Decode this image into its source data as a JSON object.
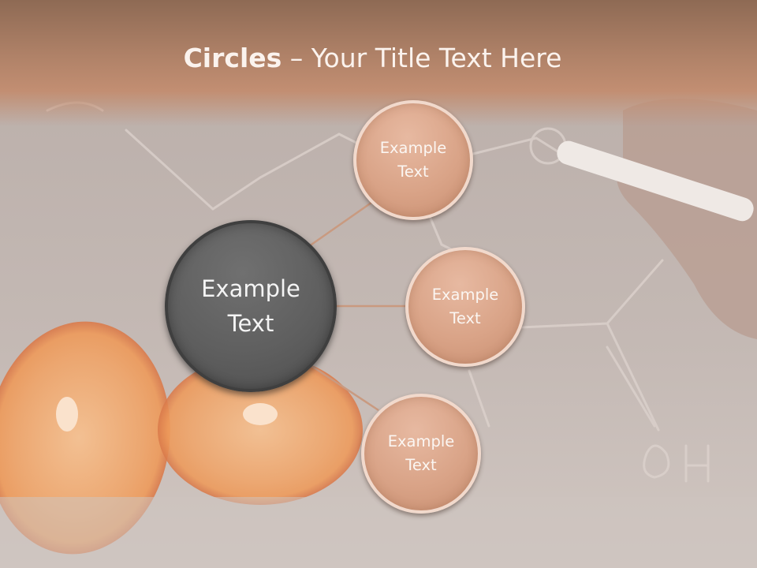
{
  "slide": {
    "title_bold": "Circles",
    "title_rest": " – Your Title Text Here"
  },
  "diagram": {
    "center": {
      "label": "Example Text"
    },
    "nodes": [
      {
        "label": "Example Text"
      },
      {
        "label": "Example Text"
      },
      {
        "label": "Example Text"
      }
    ]
  },
  "colors": {
    "title_band": "#b08268",
    "node_fill": "#d9a387",
    "center_fill": "#5f5f5f",
    "connector": "#c99a80"
  },
  "background_scene": [
    "chalkboard",
    "chemical-structure-drawing",
    "hand-with-chalk",
    "orange-halves"
  ]
}
